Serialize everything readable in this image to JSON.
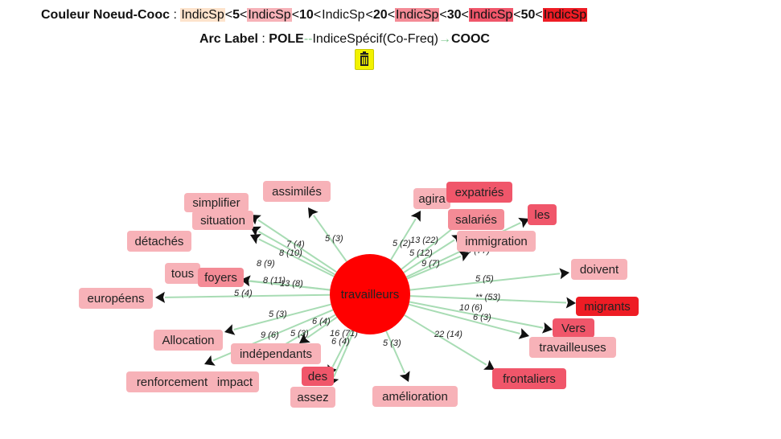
{
  "legend": {
    "couleur_label": "Couleur Noeud-Cooc",
    "sep": " : ",
    "items": [
      {
        "text": "IndicSp",
        "color": "#fde3cc"
      },
      {
        "op": "<",
        "num": "5"
      },
      {
        "text": "IndicSp",
        "color": "#f7b2b8"
      },
      {
        "op": "<",
        "num": "10"
      },
      {
        "text": "IndicSp",
        "color": "#ffffff"
      },
      {
        "op": "<",
        "num": "20"
      },
      {
        "text": "IndicSp",
        "color": "#f48b96"
      },
      {
        "op": "<",
        "num": "30"
      },
      {
        "text": "IndicSp",
        "color": "#f0566a"
      },
      {
        "op": "<",
        "num": "50"
      },
      {
        "text": "IndicSp",
        "color": "#ee1c24"
      }
    ],
    "lt": "<",
    "arc_label": "Arc Label",
    "pole": "POLE",
    "dash": "--",
    "indice": "IndiceSpécif(Co-Freq)",
    "arrow": "→",
    "cooc": "COOC",
    "trash_icon": "trash-icon"
  },
  "center": {
    "label": "travailleurs",
    "color": "#ff0000"
  },
  "colors": {
    "edge": "#a8dcb4",
    "arrow": "#111111"
  },
  "nodes": [
    {
      "id": "assimiles",
      "label": "assimilés",
      "color": "#f7b2b8",
      "edge_label": "5 (3)"
    },
    {
      "id": "simplifier",
      "label": "simplifier",
      "color": "#f7b2b8",
      "edge_label": "7 (4)"
    },
    {
      "id": "situation",
      "label": "situation",
      "color": "#f7b2b8",
      "edge_label": "8 (10)"
    },
    {
      "id": "detaches",
      "label": "détachés",
      "color": "#f7b2b8",
      "edge_label": "8 (9)"
    },
    {
      "id": "tous",
      "label": "tous",
      "color": "#f7b2b8",
      "edge_label": "8 (11)"
    },
    {
      "id": "foyers",
      "label": "foyers",
      "color": "#f48b96",
      "edge_label": "13 (8)"
    },
    {
      "id": "europeens",
      "label": "européens",
      "color": "#f7b2b8",
      "edge_label": "5 (4)"
    },
    {
      "id": "allocation",
      "label": "Allocation",
      "color": "#f7b2b8",
      "edge_label": "5 (3)"
    },
    {
      "id": "renforcement",
      "label": "renforcement",
      "color": "#f7b2b8",
      "edge_label": "9 (6)"
    },
    {
      "id": "impact",
      "label": "impact",
      "color": "#f7b2b8",
      "edge_label": "5 (3)"
    },
    {
      "id": "independants",
      "label": "indépendants",
      "color": "#f7b2b8",
      "edge_label": "6 (4)"
    },
    {
      "id": "des",
      "label": "des",
      "color": "#f0566a",
      "edge_label": "16 (71)"
    },
    {
      "id": "assez",
      "label": "assez",
      "color": "#f7b2b8",
      "edge_label": "6 (4)"
    },
    {
      "id": "amelioration",
      "label": "amélioration",
      "color": "#f7b2b8",
      "edge_label": "5 (3)"
    },
    {
      "id": "agira",
      "label": "agira",
      "color": "#f7b2b8",
      "edge_label": "5 (2)"
    },
    {
      "id": "expatries",
      "label": "expatriés",
      "color": "#f0566a",
      "edge_label": "13 (22)"
    },
    {
      "id": "salaries",
      "label": "salariés",
      "color": "#f48b96",
      "edge_label": "5 (12)"
    },
    {
      "id": "les",
      "label": "les",
      "color": "#f0566a",
      "edge_label": "19 (77)"
    },
    {
      "id": "immigration",
      "label": "immigration",
      "color": "#f7b2b8",
      "edge_label": "9 (7)"
    },
    {
      "id": "doivent",
      "label": "doivent",
      "color": "#f7b2b8",
      "edge_label": "5 (5)"
    },
    {
      "id": "migrants",
      "label": "migrants",
      "color": "#ee1c24",
      "edge_label": "** (53)"
    },
    {
      "id": "vers",
      "label": "Vers",
      "color": "#f0566a",
      "edge_label": "10 (6)"
    },
    {
      "id": "travailleuses",
      "label": "travailleuses",
      "color": "#f7b2b8",
      "edge_label": "6 (3)"
    },
    {
      "id": "frontaliers",
      "label": "frontaliers",
      "color": "#f0566a",
      "edge_label": "22 (14)"
    }
  ]
}
